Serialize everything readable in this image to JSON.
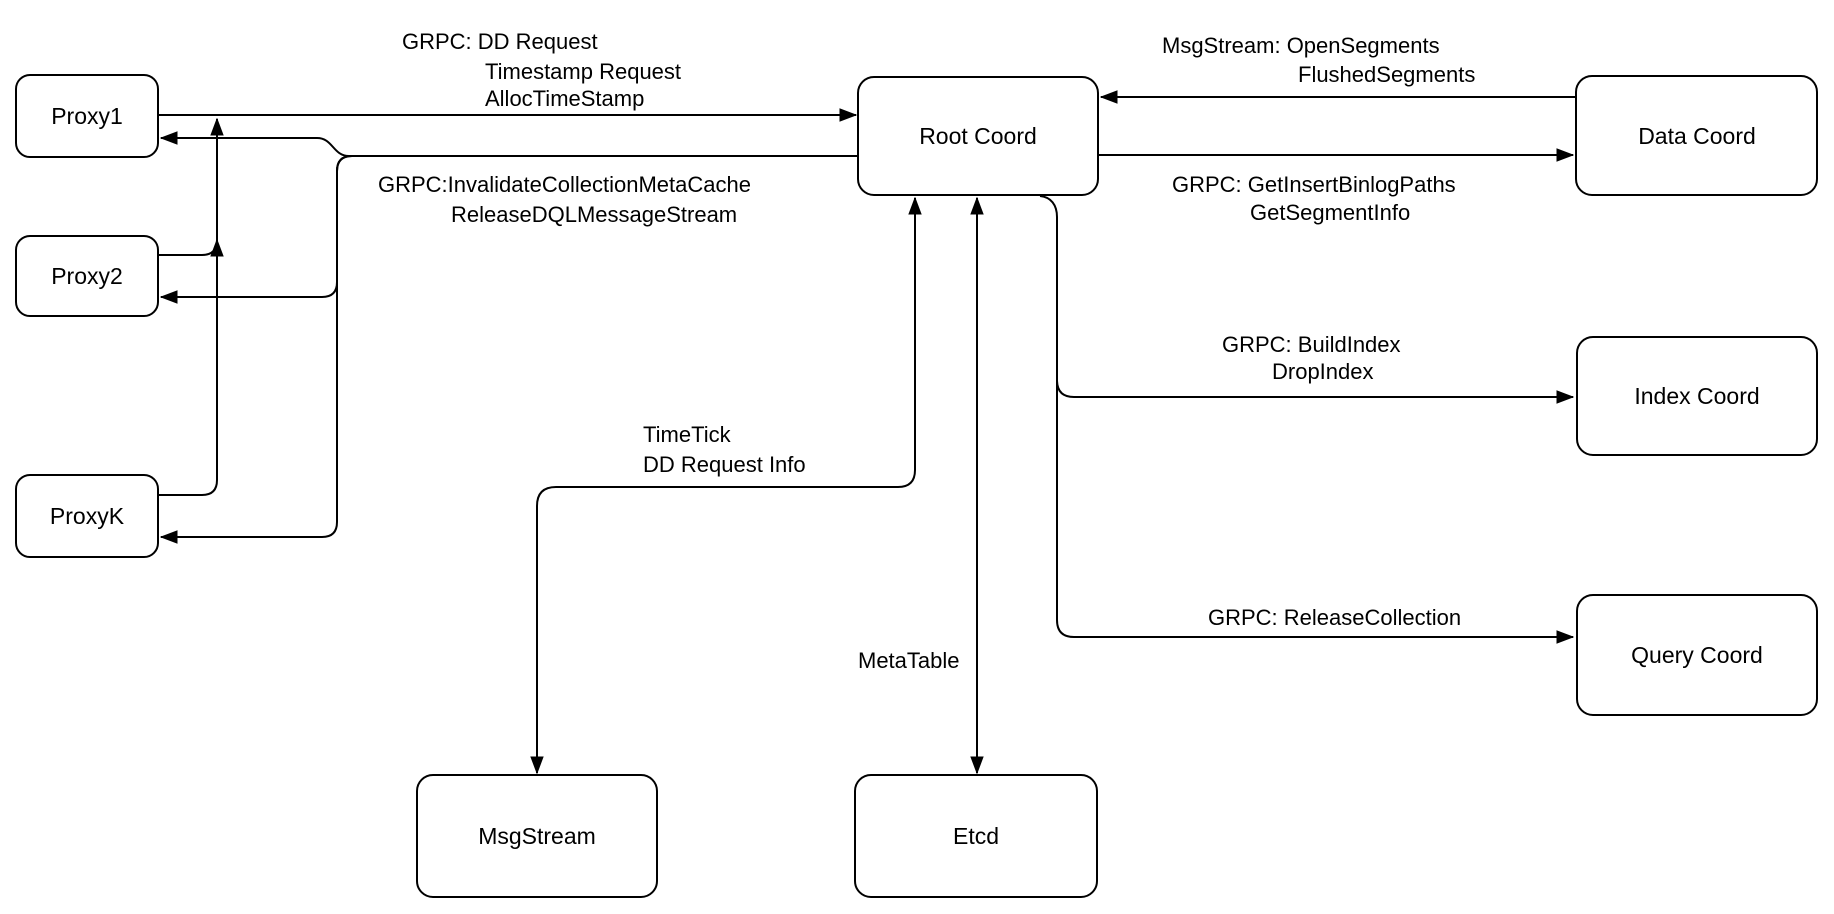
{
  "diagram": {
    "colors": {
      "background": "#ffffff",
      "node_fill": "#ffffff",
      "stroke": "#000000",
      "text": "#000000"
    },
    "nodes": {
      "proxy1": {
        "label": "Proxy1"
      },
      "proxy2": {
        "label": "Proxy2"
      },
      "proxyk": {
        "label": "ProxyK"
      },
      "root_coord": {
        "label": "Root Coord"
      },
      "data_coord": {
        "label": "Data Coord"
      },
      "index_coord": {
        "label": "Index Coord"
      },
      "query_coord": {
        "label": "Query Coord"
      },
      "msg_stream": {
        "label": "MsgStream"
      },
      "etcd": {
        "label": "Etcd"
      }
    },
    "edges": {
      "proxies_to_root": {
        "labels": [
          "GRPC: DD Request",
          "Timestamp Request",
          "AllocTimeStamp"
        ]
      },
      "root_to_proxies": {
        "labels": [
          "GRPC:InvalidateCollectionMetaCache",
          "ReleaseDQLMessageStream"
        ]
      },
      "data_to_root": {
        "labels": [
          "MsgStream: OpenSegments",
          "FlushedSegments"
        ]
      },
      "root_to_data": {
        "labels": [
          "GRPC: GetInsertBinlogPaths",
          "GetSegmentInfo"
        ]
      },
      "root_to_index": {
        "labels": [
          "GRPC: BuildIndex",
          "DropIndex"
        ]
      },
      "root_to_query": {
        "labels": [
          "GRPC: ReleaseCollection"
        ]
      },
      "root_to_msgstream": {
        "labels": [
          "TimeTick",
          "DD Request Info"
        ]
      },
      "root_to_etcd": {
        "labels": [
          "MetaTable"
        ]
      }
    }
  }
}
